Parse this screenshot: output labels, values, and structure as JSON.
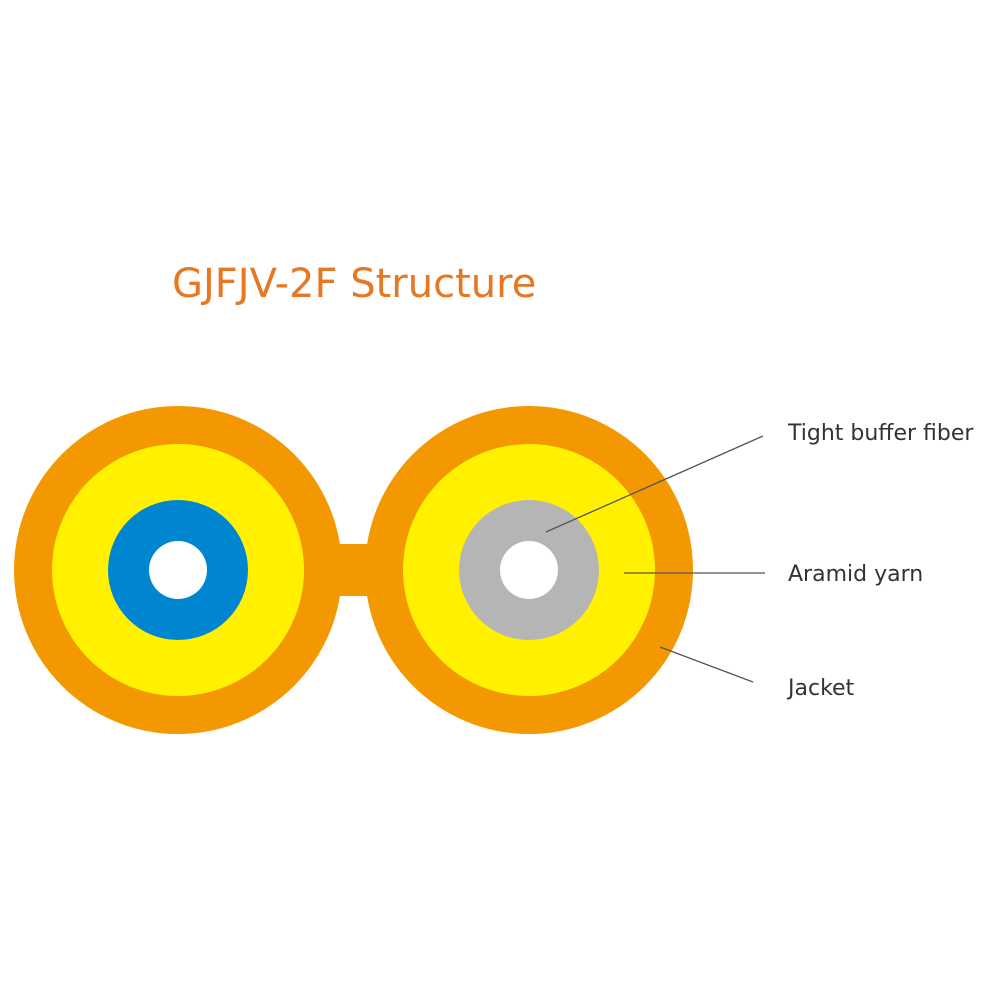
{
  "title": "GJFJV-2F Structure",
  "labels": {
    "tight_buffer": "Tight buffer fiber",
    "aramid": "Aramid yarn",
    "jacket": "Jacket"
  },
  "colors": {
    "title": "#e87722",
    "jacket": "#f39800",
    "aramid": "#fff100",
    "fiber_left": "#0086d1",
    "fiber_right": "#b5b5b5",
    "core": "#ffffff",
    "leader": "#555555",
    "label": "#333333"
  }
}
